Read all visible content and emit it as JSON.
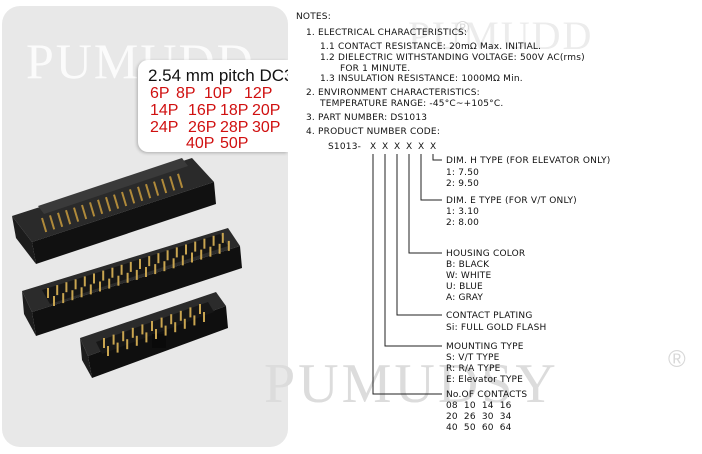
{
  "product_panel": {
    "watermark": "PUMUDD",
    "pitch_title": "2.54 mm pitch DC3",
    "pin_options": [
      "6P",
      "8P",
      "10P",
      "12P",
      "14P",
      "16P",
      "18P",
      "20P",
      "24P",
      "26P",
      "28P",
      "30P",
      "40P",
      "50P"
    ]
  },
  "notes": {
    "heading": "NOTES:",
    "items": {
      "electrical": "1. ELECTRICAL CHARACTERISTICS:",
      "contact_resistance": "1.1 CONTACT RESISTANCE: 20mΩ Max. INITIAL.",
      "dielectric": "1.2 DIELECTRIC WITHSTANDING VOLTAGE: 500V AC(rms)",
      "dielectric_cont": "FOR 1 MINUTE.",
      "insulation": "1.3 INSULATION RESISTANCE: 1000MΩ Min.",
      "environment": "2. ENVIRONMENT CHARACTERISTICS:",
      "temperature": "TEMPERATURE RANGE: -45°C~+105°C.",
      "part_number": "3. PART NUMBER: DS1013",
      "product_code": "4. PRODUCT NUMBER CODE:"
    },
    "code_prefix": "S1013-",
    "code_placeholders": [
      "X",
      "X",
      "X",
      "X",
      "X",
      "X"
    ],
    "legend": {
      "dim_h": {
        "title": "DIM. H TYPE (FOR ELEVATOR ONLY)",
        "options": [
          "1: 7.50",
          "2: 9.50"
        ]
      },
      "dim_e": {
        "title": "DIM. E TYPE (FOR V/T ONLY)",
        "options": [
          "1: 3.10",
          "2: 8.00"
        ]
      },
      "housing": {
        "title": "HOUSING COLOR",
        "options": [
          "B: BLACK",
          "W: WHITE",
          "U: BLUE",
          "A: GRAY"
        ]
      },
      "plating": {
        "title": "CONTACT PLATING",
        "options": [
          "Si: FULL GOLD FLASH"
        ]
      },
      "mounting": {
        "title": "MOUNTING TYPE",
        "options": [
          "S: V/T TYPE",
          "R: R/A TYPE",
          "E: Elevator TYPE"
        ]
      },
      "contacts": {
        "title": "No.OF CONTACTS",
        "rows": [
          "08 10 14 16",
          "20 26 30 34",
          "40 50 60 64"
        ]
      }
    },
    "watermark": "PUMUDSY",
    "registered": "®"
  },
  "colors": {
    "pin_text": "#d01010",
    "panel_bg": "#e8e8e8",
    "connector": "#1a1a1a"
  }
}
